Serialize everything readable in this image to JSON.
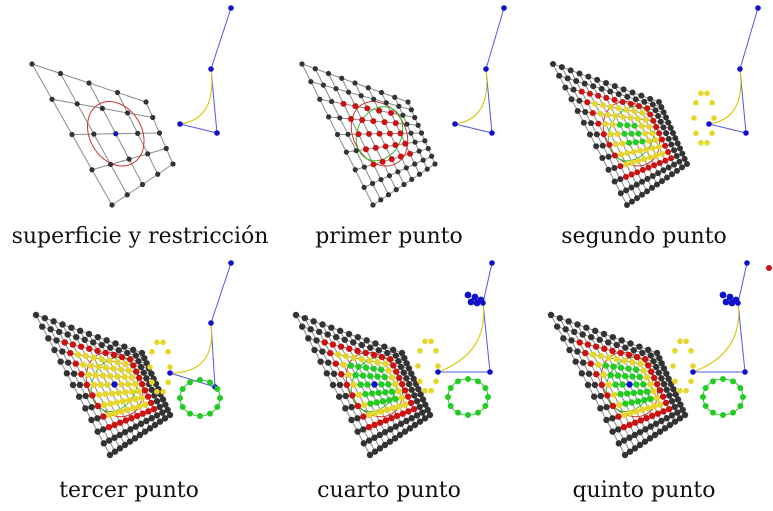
{
  "figure": {
    "panels": [
      {
        "caption": "superficie y restricción"
      },
      {
        "caption": "primer punto"
      },
      {
        "caption": "segundo punto"
      },
      {
        "caption": "tercer punto"
      },
      {
        "caption": "cuarto punto"
      },
      {
        "caption": "quinto punto"
      }
    ]
  },
  "colors": {
    "grid_line": "#8a8a8a",
    "grid_point": "#333333",
    "red_point": "#cc1111",
    "green_point": "#22cc22",
    "blue_point": "#1111cc",
    "yellow_point": "#e6d52a",
    "blue_line": "#5555dd",
    "curve_red": "#cc3333",
    "curve_yellow": "#d8c400",
    "curve_green": "#33bb33"
  }
}
